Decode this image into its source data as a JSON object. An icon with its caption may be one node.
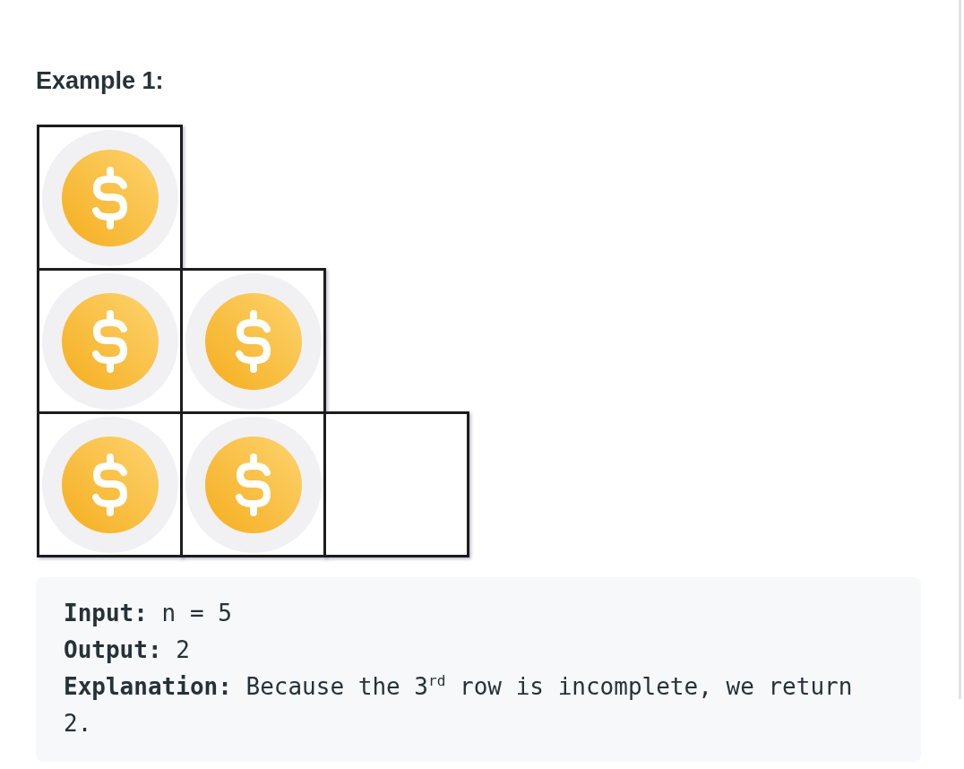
{
  "diagram": {
    "title": "Example 1:",
    "nodes": [
      {
        "text": [],
        "shape": "box"
      },
      {
        "text": [],
        "shape": "circle",
        "in": 0
      },
      {
        "text": [],
        "shape": "box"
      },
      {
        "text": [],
        "shape": "circle",
        "in": 2
      },
      {
        "text": [],
        "shape": "box"
      },
      {
        "text": [],
        "shape": "circle",
        "in": 4
      },
      {
        "text": [],
        "shape": "box"
      },
      {
        "text": [],
        "shape": "circle",
        "in": 6
      },
      {
        "text": [],
        "shape": "box"
      },
      {
        "text": [],
        "shape": "circle",
        "in": 8
      },
      {
        "text": [],
        "shape": "box"
      },
      {
        "text": [
          "**Input:** n = 5",
          "**Output:** 2",
          "**Explanation:** Because the 3$^{rd}$ row is incomplete, we return 2."
        ]
      }
    ]
  }
}
